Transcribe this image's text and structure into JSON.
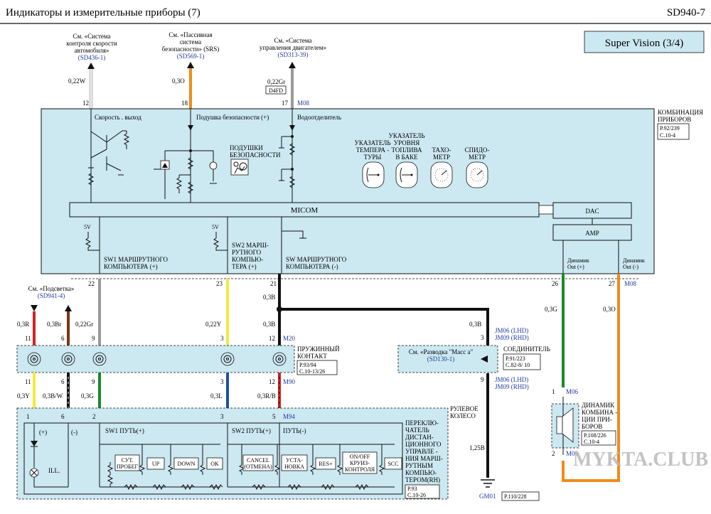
{
  "header": {
    "title": "Индикаторы      и измерительные      приборы   (7)",
    "code": "SD940-7",
    "subtitle": "Super Vision (3/4)"
  },
  "refs": {
    "speed_ctrl": {
      "l1": "См. «Система",
      "l2": "контроля   скорости",
      "l3": "автомобиля»",
      "code": "(SD436-1)"
    },
    "srs": {
      "l1": "См. «Пассивная",
      "l2": "система",
      "l3": "безопасности»  (SRS)",
      "code": "(SD569-1)"
    },
    "engine": {
      "l1": "См. «Система",
      "l2": "управления   двигателем»",
      "code": "(SD313-39)"
    },
    "backlight": {
      "l1": "См. «Подсветка»",
      "code": "(SD941-4)"
    },
    "ground": {
      "l1": "См. «Разводка   \"Масс а\"",
      "code": "(SD130-1)"
    }
  },
  "top_wires": {
    "w1": {
      "gauge": "0,22W",
      "pin": "12"
    },
    "w2": {
      "gauge": "0,3O",
      "pin": "18"
    },
    "w3": {
      "gauge": "0,22Gr",
      "tag": "D4FD",
      "pin": "17",
      "conn": "M08"
    }
  },
  "cluster": {
    "name_l1": "КОМБИНАЦИЯ",
    "name_l2": "ПРИБОРОВ",
    "ref_l1": "P.92/239",
    "ref_l2": "C.10-4",
    "speed_out": "Скорость . выход",
    "airbag": "Подушка   безопасности   (+)",
    "water": "Водоотделитель",
    "airbags_l1": "ПОДУШКИ",
    "airbags_l2": "БЕЗОПАСНОСТИ",
    "gauge_temp": [
      "УКАЗАТЕЛЬ",
      "ТЕМПЕРА -",
      "ТУРЫ"
    ],
    "gauge_fuel": [
      "УКАЗАТЕЛЬ",
      "УРОВНЯ",
      "ТОПЛИВА",
      "В БАКЕ"
    ],
    "gauge_tacho": [
      "ТАХО-",
      "МЕТР"
    ],
    "gauge_speedo": [
      "СПИДО-",
      "МЕТР"
    ],
    "micom": "MICOM",
    "dac": "DAC",
    "amp": "AMP",
    "v5a": "5V",
    "v5b": "5V",
    "sw1_l1": "SW1  МАРШРУТНОГО",
    "sw1_l2": "КОМПЬЮТЕРА  (+)",
    "sw2_l1": "SW2  МАРШ-",
    "sw2_l2": "РУТНОГО",
    "sw2_l3": "КОМПЬЮ-",
    "sw2_l4": "ТЕРА  (+)",
    "sw_l1": "SW  МАРШРУТНОГО",
    "sw_l2": "КОМПЬЮТЕРА  (-)",
    "spk_p_l1": "Динамик",
    "spk_p_l2": "Out (+)",
    "spk_m_l1": "Динамик",
    "spk_m_l2": "Out (-)"
  },
  "pins_mid": {
    "p22": "22",
    "p23": "23",
    "p21": "21",
    "p26": "26",
    "p27": "27",
    "m08": "M08"
  },
  "wires_mid": {
    "r": "0,3R",
    "br": "0,3Br",
    "gr": "0,22Gr",
    "y": "0,22Y",
    "b1": "0,3B",
    "b2": "0,3B",
    "g": "0,3G",
    "o": "0,3O",
    "b3": "0,3B",
    "b4": "1,25B"
  },
  "spring": {
    "p11": "11",
    "p6": "6",
    "p9": "9",
    "p3": "3",
    "p12": "12",
    "m20": "M20",
    "l1": "ПРУЖИННЫЙ",
    "l2": "КОНТАКТ",
    "ref1": "P.93/94",
    "ref2": "C.10-13/26",
    "q11": "11",
    "q6": "6",
    "q9": "9",
    "q3": "3",
    "q12": "12",
    "m90": "M90"
  },
  "lower_wires": {
    "y": "0,3Y",
    "bw": "0,3B/W",
    "g": "0,3G",
    "l": "0,3L",
    "rb": "0,3R/B"
  },
  "sw_pins": {
    "p1": "1",
    "p6": "6",
    "p2": "2",
    "p3": "3",
    "p5": "5",
    "m94": "M94"
  },
  "connector": {
    "jm_a1": "JM06 (LHD)",
    "jm_a2": "JM09 (RHD)",
    "pin3": "3",
    "label": "СОЕДИНИТЕЛЬ",
    "ref1": "P.91/223",
    "ref2": "C.82-8/ 10",
    "pin9": "9",
    "jm_b1": "JM06 (LHD)",
    "jm_b2": "JM09 (RHD)"
  },
  "wheel": {
    "l1": "РУЛЕВОЕ",
    "l2": "КОЛЕСО",
    "plus": "(+)",
    "minus": "(-)",
    "ill": "ILL.",
    "sw1": "SW1  ПУТЬ(+)",
    "sw2": "SW2  ПУТЬ(+)",
    "path_minus": "ПУТЬ(-)",
    "b_cyt_l1": "СУТ.",
    "b_cyt_l2": "ПРОБЕГ",
    "b_up": "UP",
    "b_down": "DOWN",
    "b_ok": "OK",
    "b_cancel_l1": "CANCEL",
    "b_cancel_l2": "(ОТМЕНА)",
    "b_set_l1": "УСТА-",
    "b_set_l2": "НОВКА",
    "b_res": "RES+",
    "b_onoff_l1": "ON/OFF",
    "b_onoff_l2": "КРУИЗ-",
    "b_onoff_l3": "КОНТРОЛЯ",
    "b_scc": "SCC",
    "sel": [
      "ПЕРЕКЛЮ-",
      "ЧАТЕЛЬ",
      "ДИСТАН-",
      "ЦИОННОГО",
      "УПРАВЛЕ -",
      "НИЯ МАРШ-",
      "РУТНЫМ",
      "КОМПЬЮ-",
      "ТЕРОМ(RH)"
    ],
    "ref1": "P.93",
    "ref2": "C.10-26"
  },
  "speaker": {
    "pin1": "1",
    "m06a": "M06",
    "pin2": "2",
    "m06b": "M06",
    "l": [
      "ДИНАМИК",
      "КОМБИНА -",
      "ЦИИ ПРИ-",
      "БОРОВ"
    ],
    "ref1": "P.108/226",
    "ref2": "C.10-4"
  },
  "ground": {
    "code": "GM01",
    "ref": "P.110/228"
  },
  "watermark": "MYKTA.CLUB",
  "colors": {
    "cluster_fill": "#cce8f1",
    "orange": "#f08a1c",
    "gray": "#9a9a9a",
    "green": "#1a8a2a",
    "yellow": "#f2ec3a",
    "red": "#d42020",
    "brown": "#7a3510",
    "blue": "#1b4fa8",
    "black": "#111111"
  }
}
